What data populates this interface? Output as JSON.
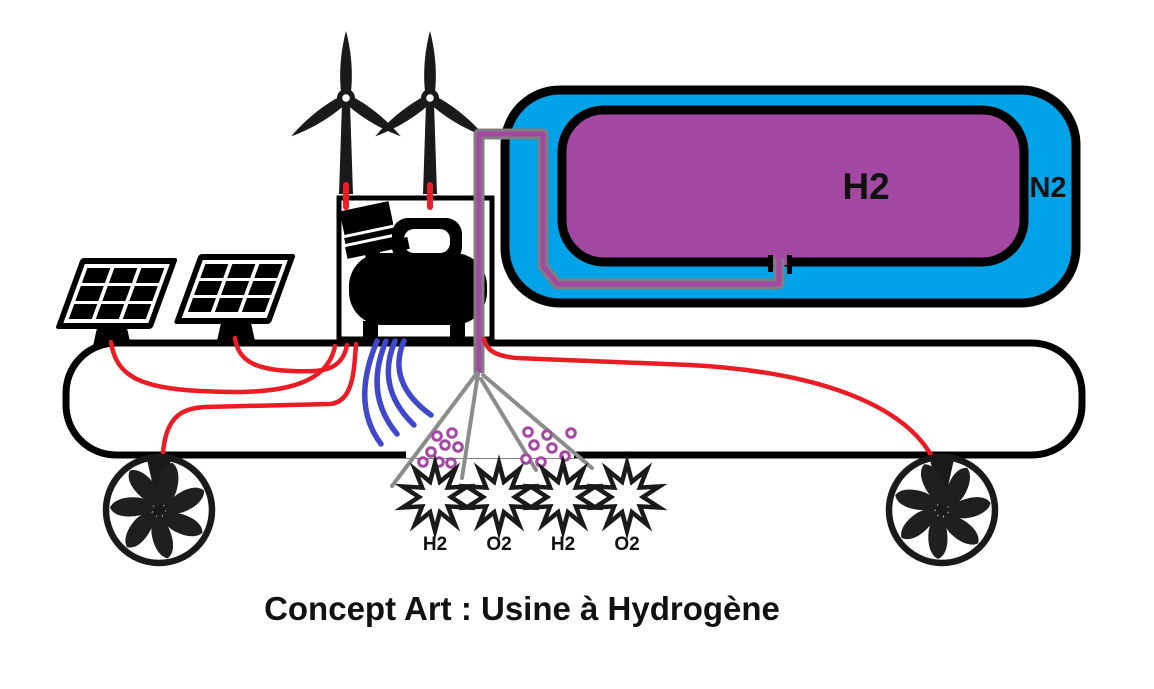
{
  "title": "Concept Art : Usine à Hydrogène",
  "tank": {
    "inner_label": "H2",
    "outer_label": "N2"
  },
  "spray": {
    "labels": [
      "H2",
      "O2",
      "H2",
      "O2"
    ]
  },
  "colors": {
    "tank_blue": "#00A2E8",
    "hydrogen_purple": "#A349A4",
    "wire_red": "#ED1C24",
    "water_blue": "#3F48CC",
    "pipe_gray": "#7F7F7F",
    "spray_gray": "#8C8C8C",
    "ink_black": "#1a1a1a"
  }
}
